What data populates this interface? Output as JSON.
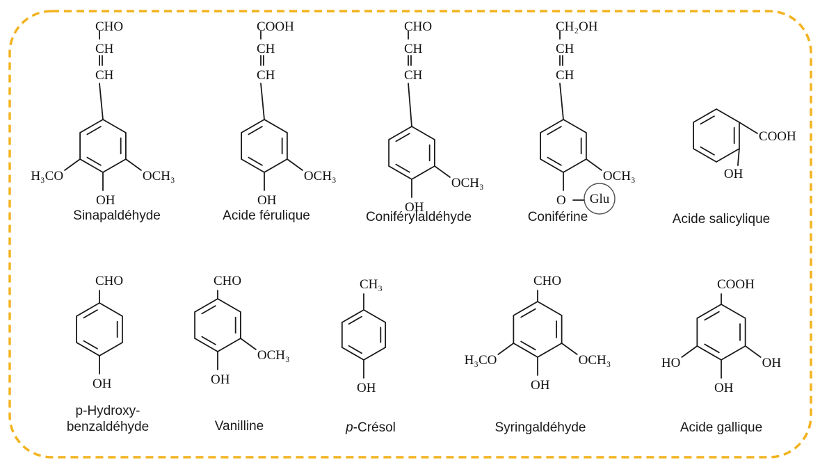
{
  "colors": {
    "frame": "#f2b320",
    "ink": "#1a1a1a"
  },
  "molecules": [
    {
      "name": "Sinapaldéhyde",
      "top": [
        "CHO",
        "CH",
        "CH"
      ],
      "substituents": {
        "left": "H₃CO",
        "right": "OCH₃",
        "bottom": "OH"
      }
    },
    {
      "name": "Acide férulique",
      "top": [
        "COOH",
        "CH",
        "CH"
      ],
      "substituents": {
        "right": "OCH₃",
        "bottom": "OH"
      }
    },
    {
      "name": "Coniférylaldéhyde",
      "top": [
        "CHO",
        "CH",
        "CH"
      ],
      "substituents": {
        "right": "OCH₃",
        "bottom": "OH"
      }
    },
    {
      "name": "Coniférine",
      "top": [
        "CH₂OH",
        "CH",
        "CH"
      ],
      "substituents": {
        "right": "OCH₃",
        "bottom": "O",
        "glycoside": "Glu"
      }
    },
    {
      "name": "Acide salicylique",
      "substituents": {
        "carboxyl": "COOH",
        "hydroxyl": "OH"
      }
    },
    {
      "name": "p-Hydroxy-\nbenzaldéhyde",
      "top": [
        "CHO"
      ],
      "substituents": {
        "bottom": "OH"
      }
    },
    {
      "name": "Vanilline",
      "top": [
        "CHO"
      ],
      "substituents": {
        "right": "OCH₃",
        "bottom": "OH"
      }
    },
    {
      "name_italic": "p",
      "name": "-Crésol",
      "top": [
        "CH₃"
      ],
      "substituents": {
        "bottom": "OH"
      }
    },
    {
      "name": "Syringaldéhyde",
      "top": [
        "CHO"
      ],
      "substituents": {
        "left": "H₃CO",
        "right": "OCH₃",
        "bottom": "OH"
      }
    },
    {
      "name": "Acide gallique",
      "top": [
        "COOH"
      ],
      "substituents": {
        "left": "HO",
        "right": "OH",
        "bottom": "OH"
      }
    }
  ]
}
